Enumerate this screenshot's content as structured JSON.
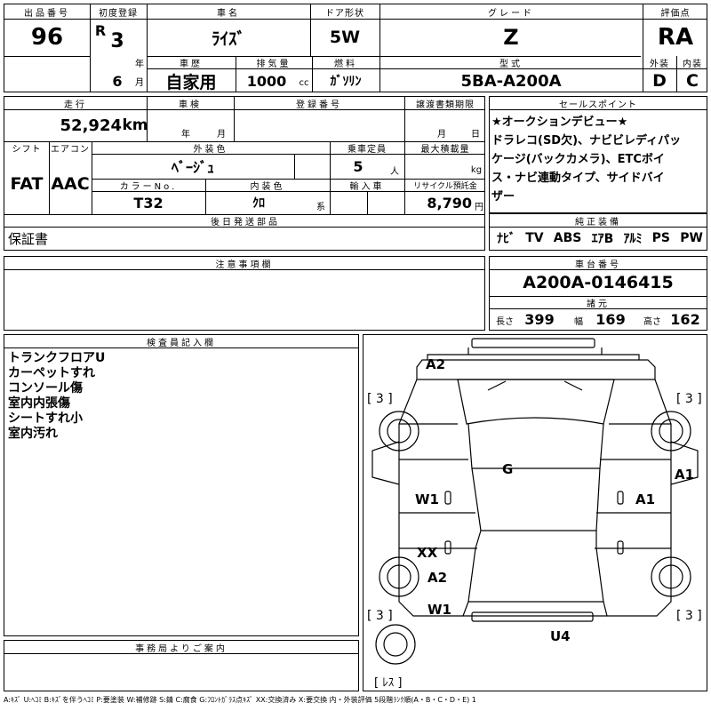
{
  "header": {
    "lot_label": "出品番号",
    "lot_no": "96",
    "first_reg_label": "初度登録",
    "era": "R",
    "year": "3",
    "year_unit": "年",
    "month": "6",
    "month_unit": "月",
    "car_name_label": "車名",
    "car_name": "ﾗｲｽﾞ",
    "door_label": "ドア形状",
    "door": "5W",
    "grade_label": "グレード",
    "grade": "Z",
    "eval_label": "評価点",
    "eval": "RA",
    "history_label": "車歴",
    "history": "自家用",
    "displacement_label": "排気量",
    "displacement": "1000",
    "cc": "cc",
    "fuel_label": "燃料",
    "fuel": "ｶﾞｿﾘﾝ",
    "model_label": "型式",
    "model": "5BA-A200A",
    "exterior_label": "外装",
    "exterior": "D",
    "interior_label": "内装",
    "interior": "C"
  },
  "row2": {
    "mileage_label": "走行",
    "mileage": "52,924",
    "mileage_unit": "km",
    "inspection_label": "車検",
    "year_unit": "年",
    "month_unit": "月",
    "reg_no_label": "登録番号",
    "transfer_label": "譲渡書類期限",
    "transfer_month": "月",
    "transfer_day": "日",
    "shift_label": "シフト",
    "shift": "FAT",
    "ac_label": "エアコン",
    "ac": "AAC",
    "ext_color_label": "外装色",
    "ext_color": "ﾍﾞｰｼﾞｭ",
    "capacity_label": "乗車定員",
    "capacity": "5",
    "capacity_unit": "人",
    "load_label": "最大積載量",
    "load_unit": "kg",
    "color_no_label": "カラーNo.",
    "color_no": "T32",
    "int_color_label": "内装色",
    "int_color": "ｸﾛ",
    "int_color_unit": "系",
    "import_label": "輸入車",
    "recycle_label": "リサイクル預託金",
    "recycle": "8,790",
    "recycle_unit": "円",
    "later_label": "後日発送部品",
    "later_value": "保証書"
  },
  "selling": {
    "label": "セールスポイント",
    "lines": [
      "★オークションデビュー★",
      "ドラレコ(SD欠)、ナビビレディパッ",
      "ケージ(バックカメラ)、ETCボイ",
      "ス・ナビ連動タイプ、サイドバイ",
      "ザー"
    ]
  },
  "equipment": {
    "label": "純正装備",
    "items": [
      "ﾅﾋﾞ",
      "TV",
      "ABS",
      "ｴｱB",
      "ｱﾙﾐ",
      "PS",
      "PW"
    ]
  },
  "caution": {
    "label": "注意事項欄"
  },
  "chassis": {
    "label": "車台番号",
    "value": "A200A-0146415",
    "spec_label": "諸元",
    "length_label": "長さ",
    "length": "399",
    "width_label": "幅",
    "width": "169",
    "height_label": "高さ",
    "height": "162"
  },
  "inspector": {
    "label": "検査員記入欄",
    "lines": [
      "トランクフロアU",
      "カーペットすれ",
      "コンソール傷",
      "室内内張傷",
      "シートすれ小",
      "室内汚れ"
    ]
  },
  "office": {
    "label": "事務局よりご案内"
  },
  "diagram": {
    "tires": [
      "[ 3 ]",
      "[ 3 ]",
      "[ 3 ]",
      "[ 3 ]",
      "[ ﾚｽ ]"
    ],
    "marks": [
      "A2",
      "G",
      "W1",
      "A1",
      "A1",
      "XX",
      "A2",
      "W1",
      "U4"
    ]
  },
  "legend": "A:ｷｽﾞ U:ﾍｺﾐ B:ｷｽﾞを伴うﾍｺﾐ P:要塗装 W:補修跡 S:錆 C:腐食 G:ﾌﾛﾝﾄｶﾞﾗｽ点ｷｽﾞ XX:交換済み X:要交換  内・外装評価 5段階ﾗﾝｸ順(A・B・C・D・E) 1"
}
